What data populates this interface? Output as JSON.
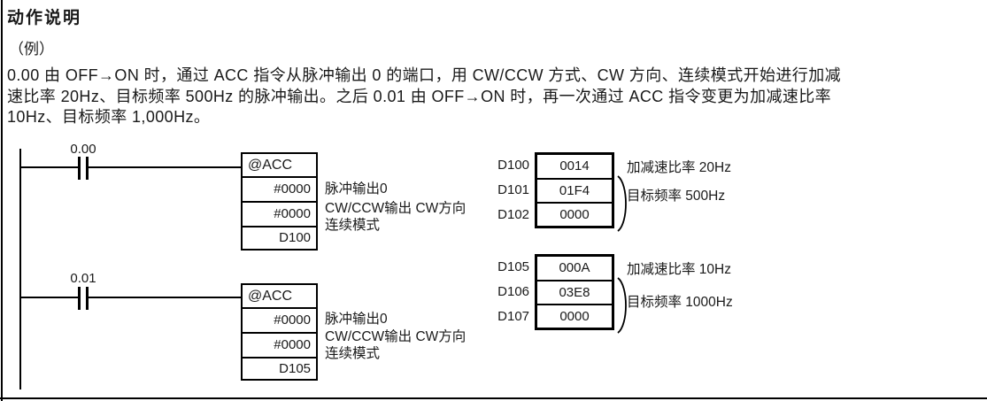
{
  "page": {
    "title": "动作说明",
    "example_label": "（例）",
    "description_lines": [
      "0.00 由 OFF→ON 时，通过 ACC 指令从脉冲输出 0 的端口，用 CW/CCW 方式、CW 方向、连续模式开始进行加减",
      "速比率 20Hz、目标频率 500Hz 的脉冲输出。之后 0.01 由 OFF→ON 时，再一次通过 ACC 指令变更为加减速比率",
      "10Hz、目标频率 1,000Hz。"
    ]
  },
  "ladder": {
    "rungs": [
      {
        "contact": "0.00",
        "instruction": "@ACC",
        "operands": [
          "#0000",
          "#0000",
          "D100"
        ],
        "annotations": [
          "脉冲输出0",
          "CW/CCW输出 CW方向",
          "连续模式"
        ]
      },
      {
        "contact": "0.01",
        "instruction": "@ACC",
        "operands": [
          "#0000",
          "#0000",
          "D105"
        ],
        "annotations": [
          "脉冲输出0",
          "CW/CCW输出 CW方向",
          "连续模式"
        ]
      }
    ]
  },
  "memory_tables": [
    {
      "rows": [
        {
          "address": "D100",
          "value": "0014"
        },
        {
          "address": "D101",
          "value": "01F4"
        },
        {
          "address": "D102",
          "value": "0000"
        }
      ],
      "notes": [
        "加减速比率 20Hz",
        "目标频率 500Hz"
      ]
    },
    {
      "rows": [
        {
          "address": "D105",
          "value": "000A"
        },
        {
          "address": "D106",
          "value": "03E8"
        },
        {
          "address": "D107",
          "value": "0000"
        }
      ],
      "notes": [
        "加减速比率 10Hz",
        "目标频率 1000Hz"
      ]
    }
  ],
  "colors": {
    "background": "#ffffff",
    "ink": "#1a1a1a",
    "line": "#000000"
  }
}
